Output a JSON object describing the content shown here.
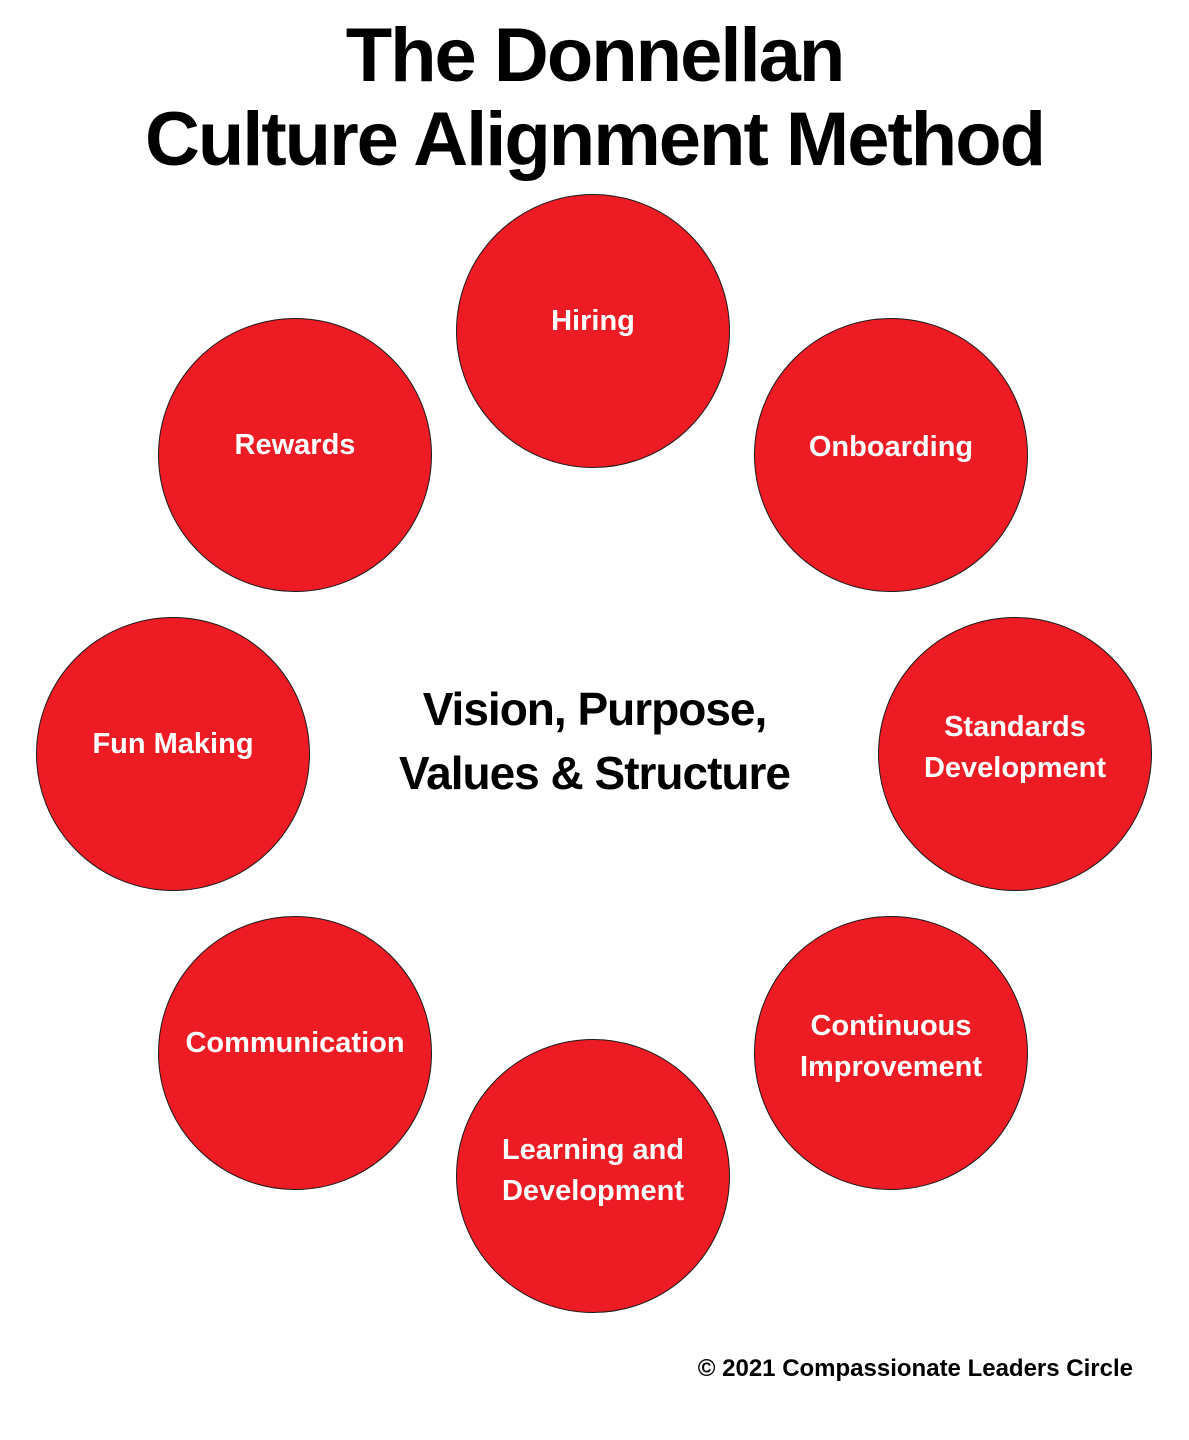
{
  "title": {
    "line1": "The Donnellan",
    "line2": "Culture Alignment Method"
  },
  "center": {
    "line1": "Vision, Purpose,",
    "line2": "Values & Structure"
  },
  "nodes": {
    "hiring": {
      "line1": "Hiring"
    },
    "onboarding": {
      "line1": "Onboarding"
    },
    "standards": {
      "line1": "Standards",
      "line2": "Development"
    },
    "continuous": {
      "line1": "Continuous",
      "line2": "Improvement"
    },
    "learning": {
      "line1": "Learning and",
      "line2": "Development"
    },
    "communication": {
      "line1": "Communication"
    },
    "fun": {
      "line1": "Fun Making"
    },
    "rewards": {
      "line1": "Rewards"
    }
  },
  "colors": {
    "node_fill": "#ed1c24",
    "node_text": "#ffffff",
    "text": "#000000"
  },
  "copyright": "© 2021 Compassionate Leaders Circle"
}
